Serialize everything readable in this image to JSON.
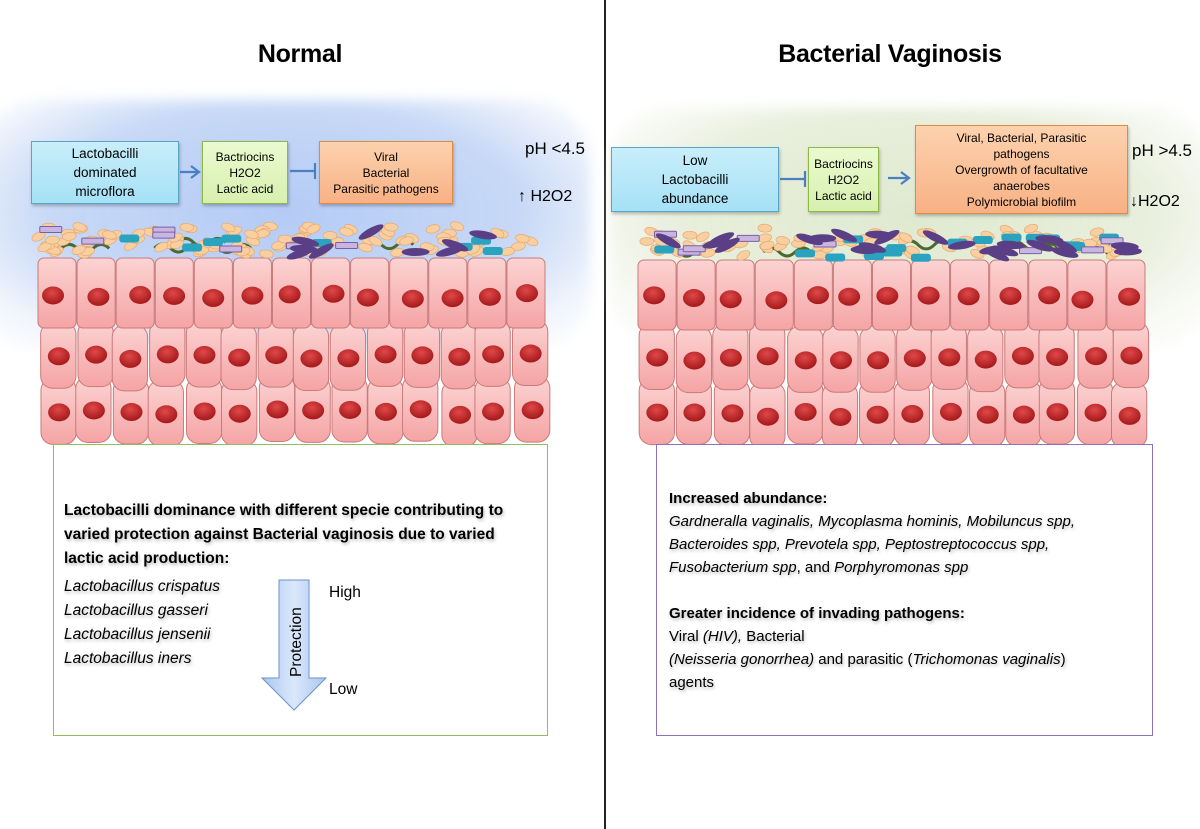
{
  "panels": {
    "normal": {
      "title": "Normal",
      "flow": {
        "source_lines": [
          "Lactobacilli",
          "dominated",
          "microflora"
        ],
        "products_lines": [
          "Bactriocins",
          "H2O2",
          "Lactic acid"
        ],
        "targets_lines": [
          "Viral",
          "Bacterial",
          "Parasitic pathogens"
        ],
        "source_to_products": "activates",
        "products_to_targets": "inhibits"
      },
      "ph_label": "pH <4.5",
      "h2o2_label": "H2O2",
      "h2o2_direction": "up-arrow-icon",
      "summary": {
        "heading": "Lactobacilli dominance with different specie contributing to varied protection against Bacterial vaginosis due to varied lactic acid production:",
        "species": [
          "Lactobacillus crispatus",
          "Lactobacillus gasseri",
          "Lactobacillus jensenii",
          "Lactobacillus iners"
        ],
        "protection_arrow_label": "Protection",
        "protection_high": "High",
        "protection_low": "Low"
      },
      "colors": {
        "glow": "#bcd0f5",
        "summary_border": "#8fbf5a"
      }
    },
    "bv": {
      "title": "Bacterial Vaginosis",
      "flow": {
        "source_lines": [
          "Low",
          "Lactobacilli",
          "abundance"
        ],
        "products_lines": [
          "Bactriocins",
          "H2O2",
          "Lactic acid"
        ],
        "targets_lines": [
          "Viral, Bacterial, Parasitic",
          "pathogens",
          "Overgrowth of facultative",
          "anaerobes",
          "Polymicrobial biofilm"
        ],
        "source_to_products": "inhibits",
        "products_to_targets": "activates"
      },
      "ph_label": "pH >4.5",
      "h2o2_label": "H2O2",
      "h2o2_direction": "down-arrow-icon",
      "summary": {
        "heading1": "Increased abundance:",
        "abundance_parts": [
          {
            "t": "Gardneralla vaginalis, Mycoplasma hominis, Mobiluncus spp, Bacteroides spp, Prevotela spp, Peptostreptococcus spp, Fusobacterium spp",
            "i": true
          },
          {
            "t": ", and ",
            "i": false
          },
          {
            "t": "Porphyromonas spp",
            "i": true
          }
        ],
        "heading2": "Greater incidence of invading pathogens:",
        "pathogen_parts": [
          {
            "t": "Viral  ",
            "i": false
          },
          {
            "t": "(HIV),",
            "i": true
          },
          {
            "t": " Bacterial",
            "i": false
          },
          {
            "br": true
          },
          {
            "t": "(Neisseria gonorrhea)",
            "i": true
          },
          {
            "t": " and parasitic (",
            "i": false
          },
          {
            "t": "Trichomonas vaginalis",
            "i": true
          },
          {
            "t": ") agents",
            "i": false
          }
        ]
      },
      "colors": {
        "glow": "#dfe8cf",
        "summary_border": "#8c73b8"
      }
    }
  },
  "colors": {
    "cell_fill": "#f9b7b7",
    "cell_stroke": "#c97a7a",
    "nucleus": "#c0282a",
    "lactobacillus": "#f9cfa0",
    "anaerobe_rod": "#2aa3c0",
    "purple_rod": "#c9b6e0",
    "spindle": "#5a3e86",
    "spiral": "#4b6a2e",
    "arrow": "#4a7fc1"
  }
}
